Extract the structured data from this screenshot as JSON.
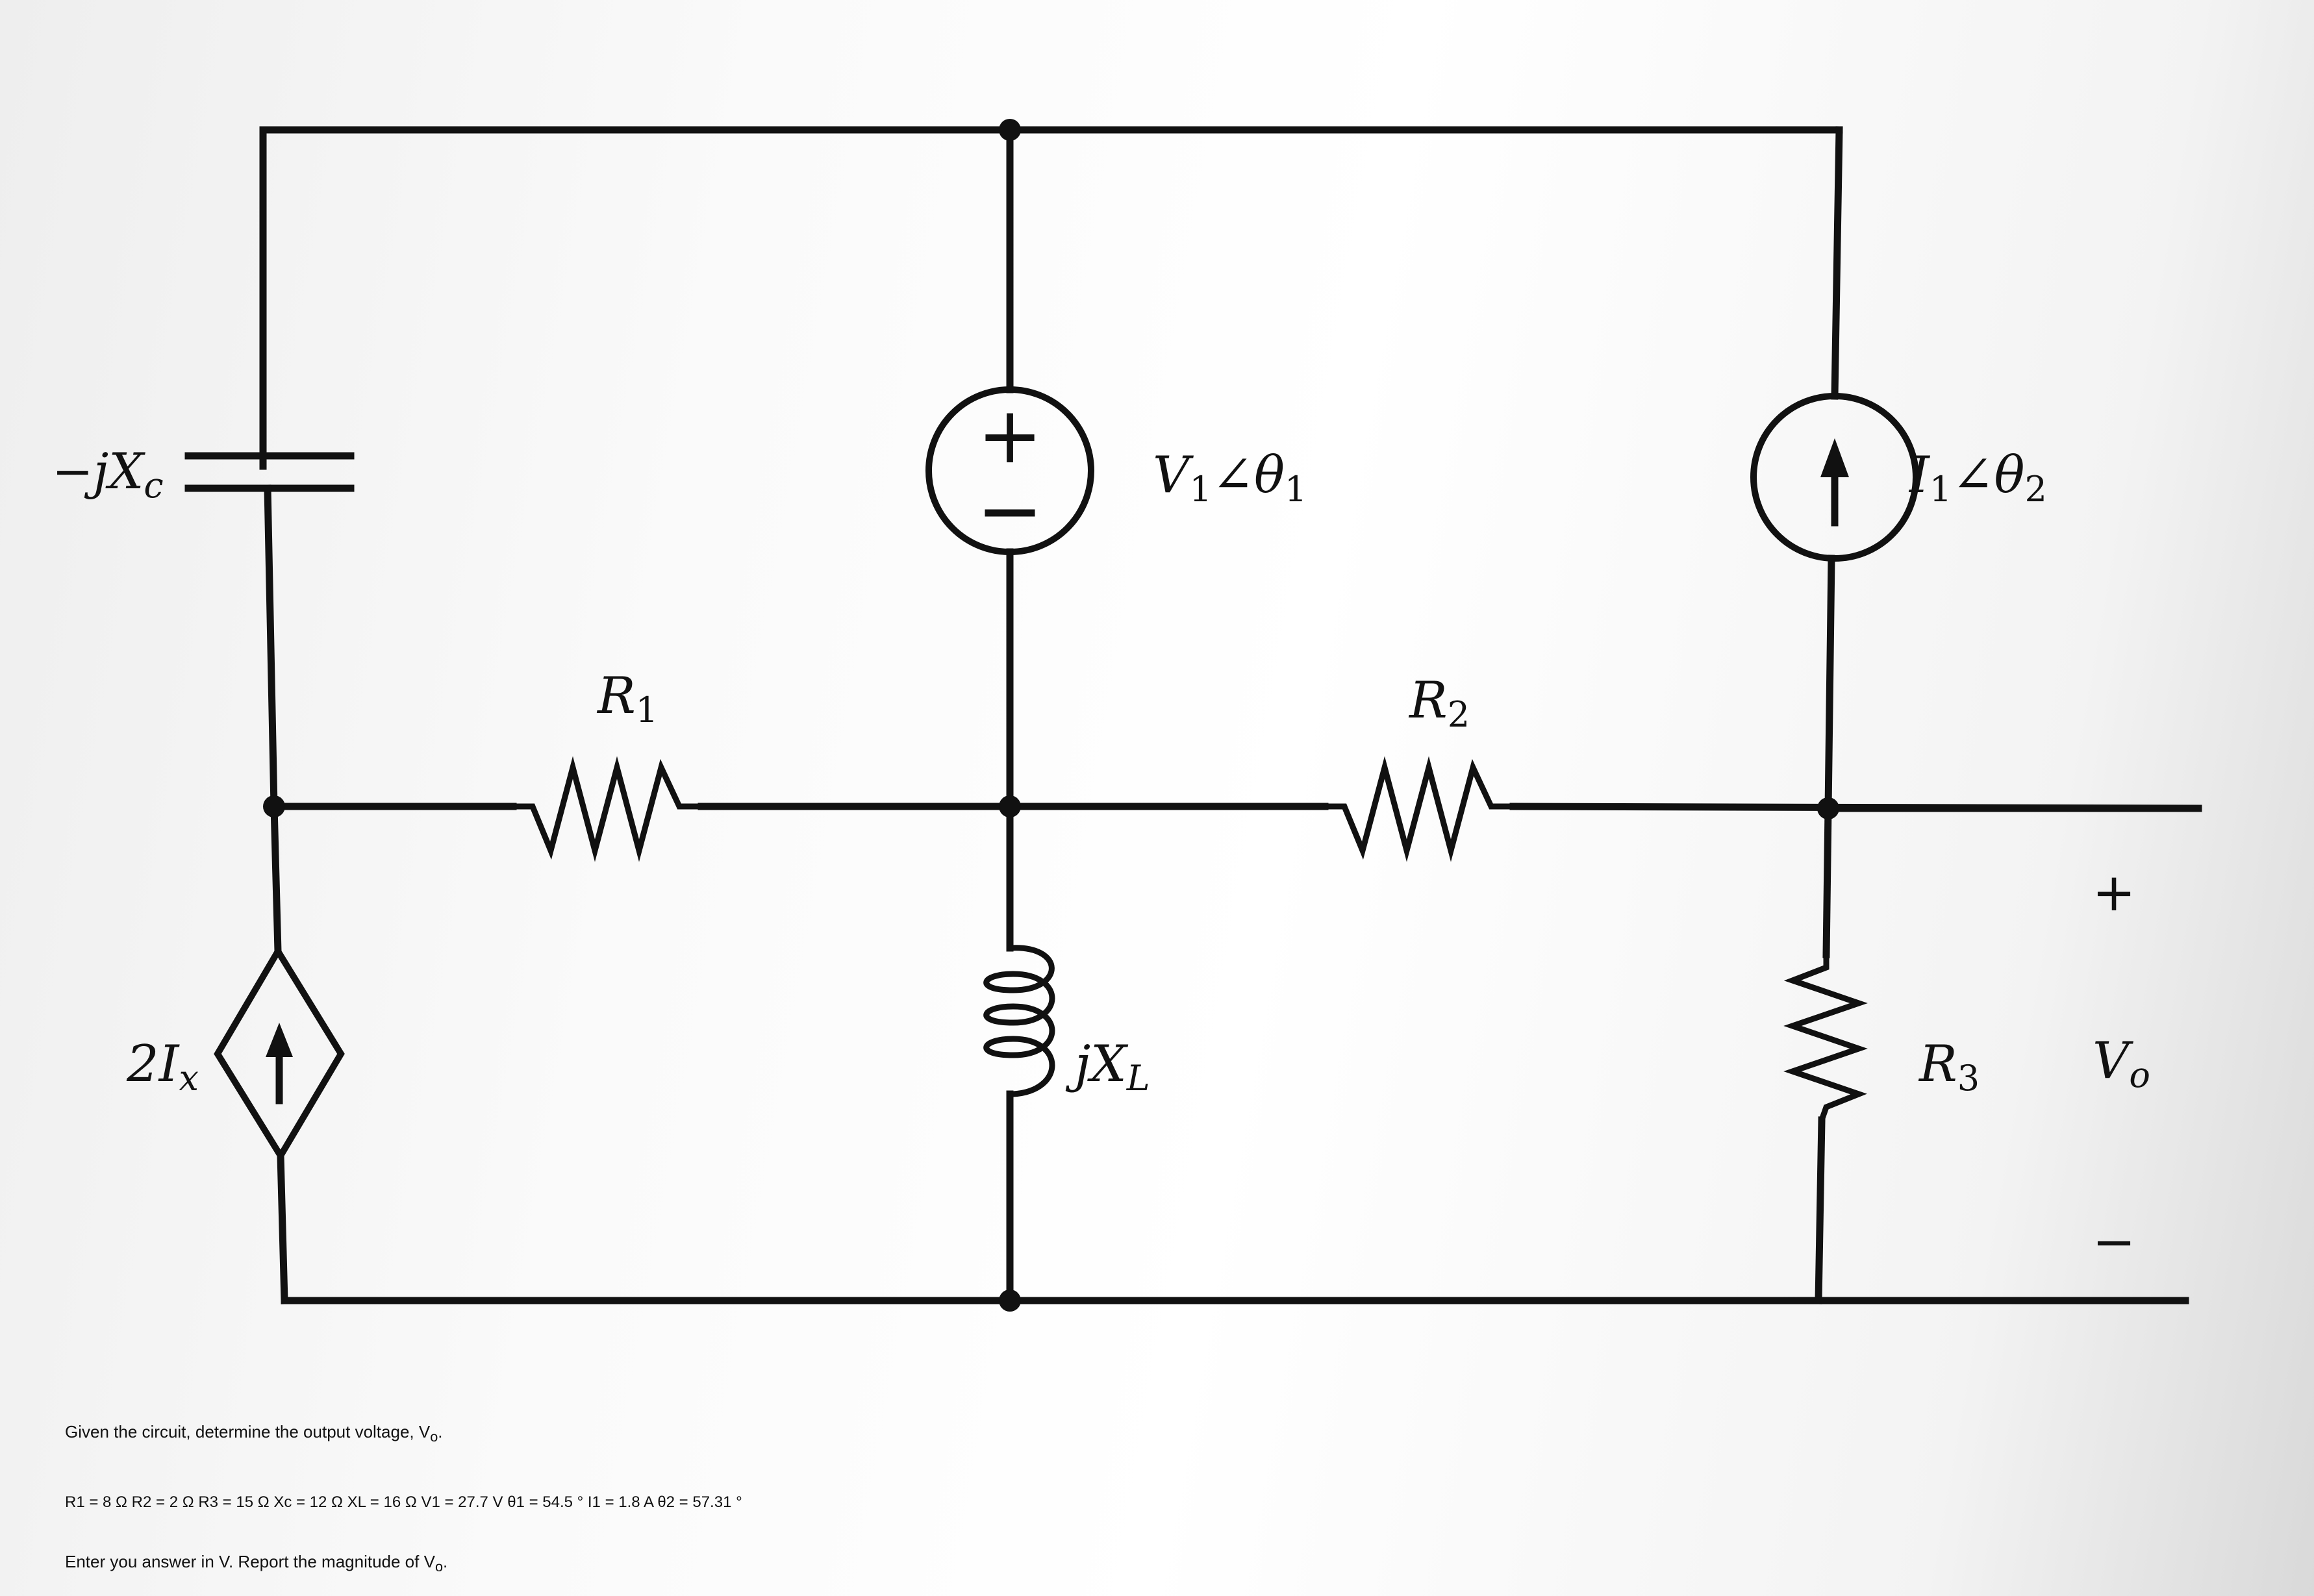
{
  "diagram": {
    "labels": {
      "capacitor": {
        "main": "−jX",
        "sub": "c"
      },
      "voltage_source": {
        "main": "V",
        "sub1": "1",
        "angle": "∠θ",
        "sub2": "1"
      },
      "current_source": {
        "main": "I",
        "sub1": "1",
        "angle": "∠θ",
        "sub2": "2"
      },
      "r1": {
        "main": "R",
        "sub": "1"
      },
      "r2": {
        "main": "R",
        "sub": "2"
      },
      "r3": {
        "main": "R",
        "sub": "3"
      },
      "inductor": {
        "main": "jX",
        "sub": "L"
      },
      "dependent_source": {
        "main": "2I",
        "sub": "x"
      },
      "output": {
        "main": "V",
        "sub": "o",
        "plus": "+",
        "minus": "−"
      },
      "vs_plus": "+",
      "vs_minus": "−"
    }
  },
  "problem": {
    "prompt": "Given the circuit, determine the output voltage, V",
    "prompt_sub": "o",
    "prompt_end": ".",
    "values": "R1 = 8 Ω R2 = 2 Ω R3 = 15 Ω Xc = 12 Ω XL = 16 Ω V1 = 27.7 V θ1 = 54.5 ° I1 = 1.8 A θ2 = 57.31 °",
    "instruction": "Enter you answer in V. Report the magnitude of V",
    "instruction_sub": "o",
    "instruction_end": "."
  }
}
